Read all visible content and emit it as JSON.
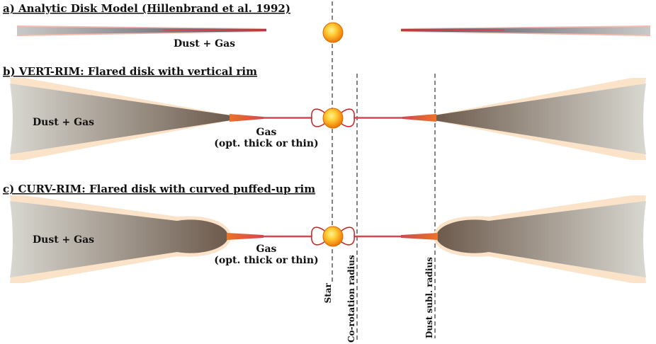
{
  "panels": {
    "a": {
      "title": "a) Analytic Disk Model (Hillenbrand et al. 1992)",
      "disk_label": "Dust + Gas"
    },
    "b": {
      "title": "b) VERT-RIM: Flared disk with vertical rim",
      "disk_label": "Dust + Gas",
      "gas_label_1": "Gas",
      "gas_label_2": "(opt. thick or thin)"
    },
    "c": {
      "title": "c) CURV-RIM: Flared disk with curved puffed-up rim",
      "disk_label": "Dust + Gas",
      "gas_label_1": "Gas",
      "gas_label_2": "(opt. thick or thin)"
    }
  },
  "radii": {
    "star": "Star",
    "corotation": "Co-rotation radius",
    "dust_sublimation": "Dust subl. radius"
  },
  "colors": {
    "disk_dark": "#6f5d50",
    "disk_light": "#d6d5cf",
    "halo": "#fbe3c9",
    "gas": "#d4474f",
    "gas_inner": "#ea7229",
    "star_core": "#ffd64a",
    "star_edge": "#ee7400",
    "dashed_line": "#333333"
  }
}
